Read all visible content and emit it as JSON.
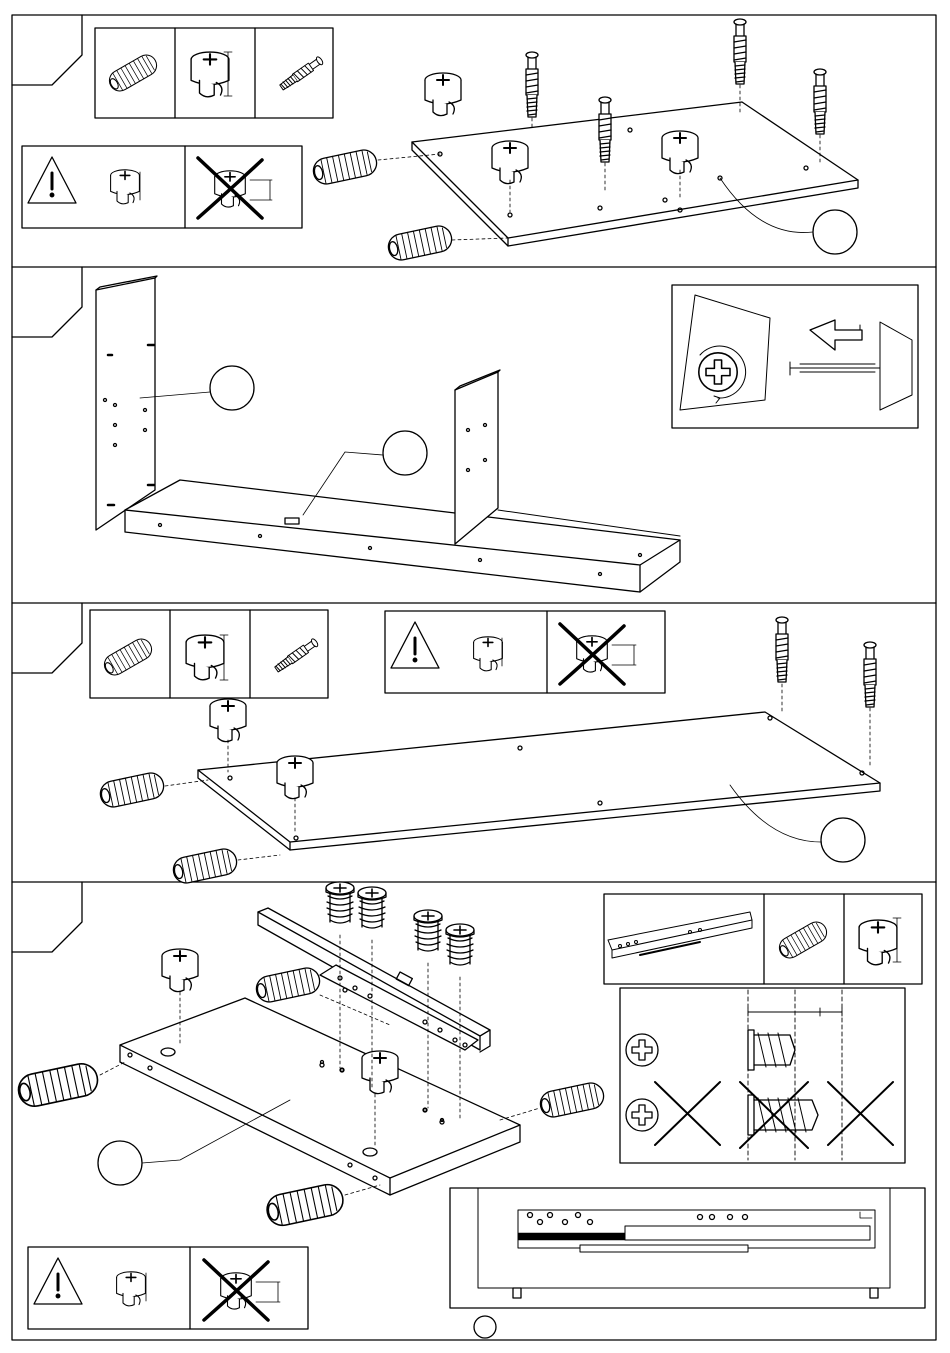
{
  "document": {
    "type": "furniture assembly instructions sheet",
    "steps": [
      {
        "parts": [
          "wooden-dowel",
          "cam-lock",
          "cam-bolt"
        ],
        "warning": true
      },
      {
        "detail": "screwdriver-tighten-cam"
      },
      {
        "parts": [
          "wooden-dowel",
          "cam-lock",
          "cam-bolt"
        ],
        "warning": true
      },
      {
        "parts": [
          "drawer-runner",
          "wooden-dowel",
          "cam-lock"
        ],
        "warning": true,
        "screw_check": [
          "correct",
          "wrong",
          "wrong",
          "wrong"
        ]
      }
    ]
  }
}
